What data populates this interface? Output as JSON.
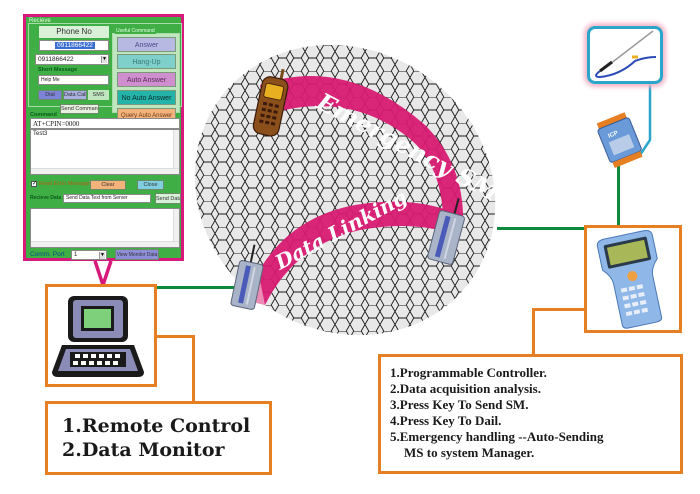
{
  "gui": {
    "receive_legend": "Recieve",
    "phone_no_label": "Phone No",
    "phone_no_value": "0911866422",
    "phone_dropdown_value": "0911866422",
    "short_message_label": "Short Message",
    "short_message_value": "Help Me",
    "mode_buttons": [
      "Dial",
      "Data Call",
      "SMS"
    ],
    "useful_command_legend": "Useful Command",
    "commands": [
      {
        "label": "Answer",
        "color": "#b7b9e3",
        "text_color": "#4a4a8a"
      },
      {
        "label": "Hang-Up",
        "color": "#7fcfca",
        "text_color": "#3a7a7a"
      },
      {
        "label": "Auto Answer",
        "color": "#cf8fcf",
        "text_color": "#5a2a5a"
      },
      {
        "label": "No Auto Answer",
        "color": "#23b3a8",
        "text_color": "#0a2a2a"
      },
      {
        "label": "Query Auto Answer",
        "color": "#f3b27a",
        "text_color": "#6a3a1a"
      }
    ],
    "send_command_label": "Send Command",
    "command_label": "Command",
    "command_value": "AT+CPIN=0000",
    "output_text": "Test3",
    "read_echo_label": "Read Echo Message",
    "read_echo_checked": true,
    "clear_label": "Clear",
    "close_label": "Close",
    "receive_data_label": "Recieve Data",
    "receive_data_value": "Send Data Test from Server",
    "send_data_label": "Send Data",
    "comm_port_label": "Comm. Port",
    "comm_port_value": "1",
    "view_monitor_label": "View Monitor Data"
  },
  "network": {
    "ribbon_top": "Emergency SM",
    "ribbon_bottom": "Data Linking"
  },
  "left_box": {
    "lines": [
      "1.Remote Control",
      "2.Data Monitor"
    ]
  },
  "right_box": {
    "lines": [
      "1.Programmable Controller.",
      "2.Data acquisition analysis.",
      "3.Press Key To Send SM.",
      "4.Press Key To Dail.",
      "5.Emergency handling --Auto-Sending",
      "MS to system Manager."
    ]
  },
  "colors": {
    "gui_border": "#d6197a",
    "gui_bg": "#3fae45",
    "box_border": "#e67e22",
    "link_line": "#0b8a3a",
    "ribbon": "#d81b72",
    "sensor_border": "#29a6c9"
  }
}
